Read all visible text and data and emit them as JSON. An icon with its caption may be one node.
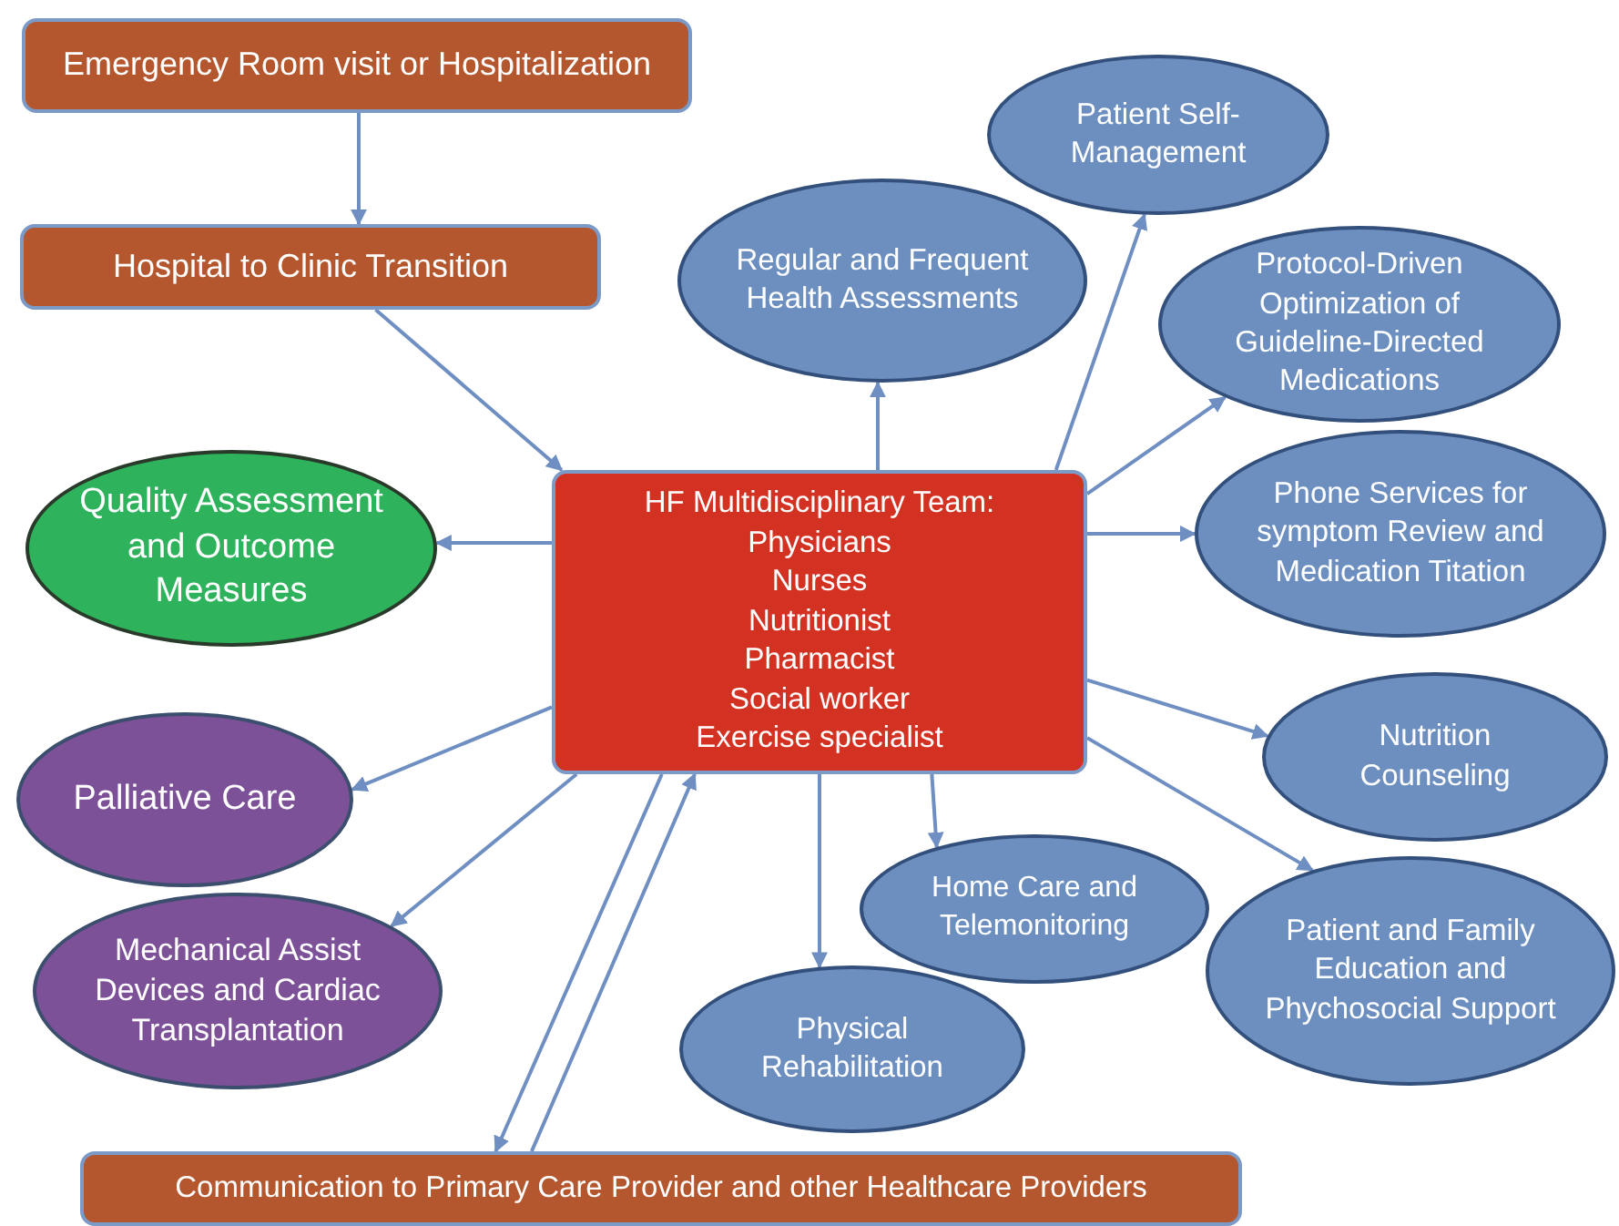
{
  "diagram": {
    "nodes": [
      {
        "text": [
          "Emergency Room visit or Hospitalization"
        ]
      },
      {
        "text": [
          "Hospital to Clinic Transition"
        ]
      },
      {
        "text": [
          "HF Multidisciplinary Team:",
          "Physicians",
          "Nurses",
          "Nutritionist",
          "Pharmacist",
          "Social worker",
          "Exercise specialist"
        ]
      },
      {
        "text": [
          "Quality Assessment and Outcome Measures"
        ]
      },
      {
        "text": [
          "Palliative Care"
        ]
      },
      {
        "text": [
          "Mechanical Assist Devices and Cardiac Transplantation"
        ]
      },
      {
        "text": [
          "Communication to Primary Care Provider and other Healthcare Providers"
        ]
      },
      {
        "text": [
          "Physical Rehabilitation"
        ]
      },
      {
        "text": [
          "Home Care and Telemonitoring"
        ]
      },
      {
        "text": [
          "Patient and Family Education and Phychosocial Support"
        ]
      },
      {
        "text": [
          "Nutrition Counseling"
        ]
      },
      {
        "text": [
          "Phone Services for symptom Review and Medication Titation"
        ]
      },
      {
        "text": [
          "Protocol-Driven Optimization of Guideline-Directed Medications"
        ]
      },
      {
        "text": [
          "Patient Self-Management"
        ]
      },
      {
        "text": [
          "Regular and Frequent Health Assessments"
        ]
      }
    ],
    "edges": [
      {
        "from": 0,
        "to": 1,
        "arrow": "to"
      },
      {
        "from": 1,
        "to": 2,
        "arrow": "to"
      },
      {
        "from": 2,
        "to": 3,
        "arrow": "to"
      },
      {
        "from": 2,
        "to": 4,
        "arrow": "to"
      },
      {
        "from": 2,
        "to": 5,
        "arrow": "to"
      },
      {
        "from": 2,
        "to": 6,
        "arrow": "to"
      },
      {
        "from": 6,
        "to": 2,
        "arrow": "to"
      },
      {
        "from": 2,
        "to": 7,
        "arrow": "to"
      },
      {
        "from": 2,
        "to": 8,
        "arrow": "to"
      },
      {
        "from": 2,
        "to": 9,
        "arrow": "to"
      },
      {
        "from": 2,
        "to": 10,
        "arrow": "to"
      },
      {
        "from": 2,
        "to": 11,
        "arrow": "to"
      },
      {
        "from": 2,
        "to": 12,
        "arrow": "to"
      },
      {
        "from": 2,
        "to": 13,
        "arrow": "to"
      },
      {
        "from": 2,
        "to": 14,
        "arrow": "to"
      }
    ]
  }
}
